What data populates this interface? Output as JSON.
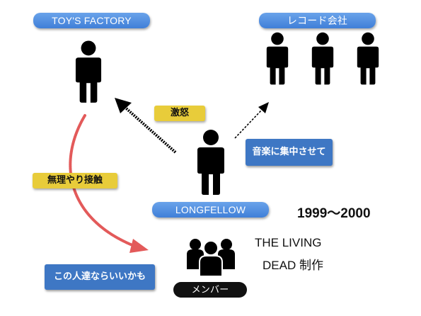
{
  "labels": {
    "toys_factory": "TOY'S FACTORY",
    "record_company": "レコード会社",
    "gekido": "激怒",
    "ongaku": "音楽に集中させて",
    "muri": "無理やり接触",
    "longfellow": "LONGFELLOW",
    "years": "1999〜2000",
    "living_dead_line1": "THE LIVING",
    "living_dead_line2": "DEAD 制作",
    "kono_hito": "この人達ならいいかも",
    "member": "メンバー"
  },
  "colors": {
    "blue_label": "#4a88dd",
    "yellow_tag": "#e8cc3a",
    "blue_bubble": "#3e77c4",
    "red_arrow": "#e35a5a",
    "figure": "#000000"
  },
  "icons": [
    "person-icon",
    "group-icon",
    "arrow-icon",
    "curved-arrow-icon"
  ]
}
